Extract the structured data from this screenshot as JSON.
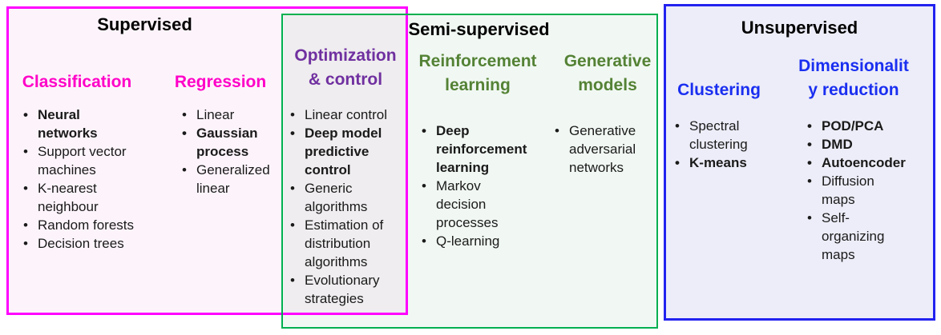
{
  "boxes": {
    "supervised": {
      "title": "Supervised",
      "border": "#FF00FF",
      "bg": "#FDF4FB"
    },
    "semi": {
      "title": "Semi-supervised",
      "border": "#00B050",
      "bg": "#F1F8F3"
    },
    "unsupervised": {
      "title": "Unsupervised",
      "border": "#2222F0",
      "bg": "#EDEDF9"
    },
    "overlap_bg": "#EFEDEF"
  },
  "columns": [
    {
      "heading": "Classification",
      "color": "#FF00C8",
      "items": [
        {
          "text": "Neural networks",
          "bold": true
        },
        {
          "text": "Support vector\nmachines",
          "bold": false
        },
        {
          "text": "K-nearest\nneighbour",
          "bold": false
        },
        {
          "text": "Random forests",
          "bold": false
        },
        {
          "text": "Decision trees",
          "bold": false
        }
      ]
    },
    {
      "heading": "Regression",
      "color": "#FF00C8",
      "items": [
        {
          "text": "Linear",
          "bold": false
        },
        {
          "text": "Gaussian\nprocess",
          "bold": true
        },
        {
          "text": "Generalized\nlinear",
          "bold": false
        }
      ]
    },
    {
      "heading": "Optimization\n& control",
      "color": "#7030A0",
      "items": [
        {
          "text": "Linear control",
          "bold": false
        },
        {
          "text": "Deep model\npredictive\ncontrol",
          "bold": true
        },
        {
          "text": "Generic\nalgorithms",
          "bold": false
        },
        {
          "text": "Estimation of\ndistribution\nalgorithms",
          "bold": false
        },
        {
          "text": "Evolutionary\nstrategies",
          "bold": false
        }
      ]
    },
    {
      "heading": "Reinforcement\nlearning",
      "color": "#548235",
      "items": [
        {
          "text": "Deep\nreinforcement\nlearning",
          "bold": true
        },
        {
          "text": "Markov\ndecision\nprocesses",
          "bold": false
        },
        {
          "text": "Q-learning",
          "bold": false
        }
      ]
    },
    {
      "heading": "Generative\nmodels",
      "color": "#548235",
      "items": [
        {
          "text": "Generative\nadversarial\nnetworks",
          "bold": false
        }
      ]
    },
    {
      "heading": "Clustering",
      "color": "#1A2FF0",
      "items": [
        {
          "text": "Spectral\nclustering",
          "bold": false
        },
        {
          "text": "K-means",
          "bold": true
        }
      ]
    },
    {
      "heading": "Dimensionalit\ny reduction",
      "color": "#1A2FF0",
      "items": [
        {
          "text": "POD/PCA",
          "bold": true
        },
        {
          "text": "DMD",
          "bold": true
        },
        {
          "text": "Autoencoder",
          "bold": true
        },
        {
          "text": "Diffusion\nmaps",
          "bold": false
        },
        {
          "text": "Self-\norganizing\nmaps",
          "bold": false
        }
      ]
    }
  ]
}
